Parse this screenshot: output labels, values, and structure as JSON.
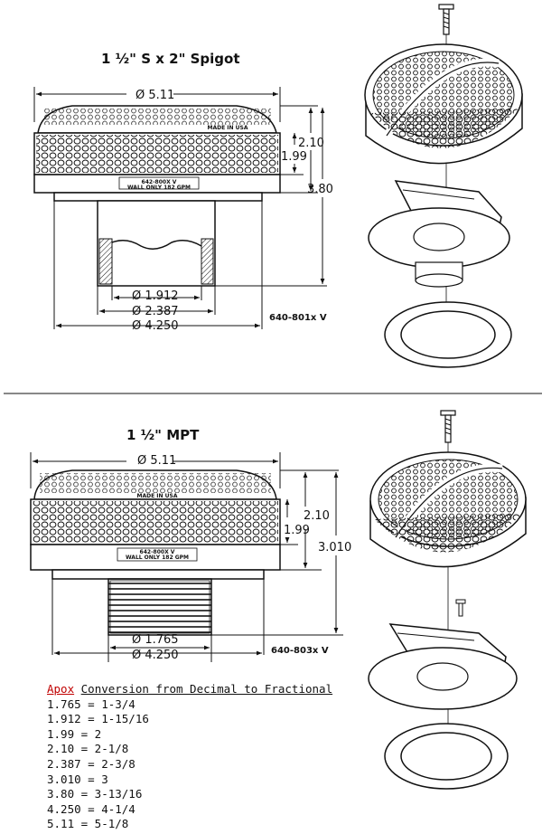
{
  "top": {
    "title": "1 ½\" S x 2\" Spigot",
    "dims": {
      "overall": "Ø 5.11",
      "h1": "2.10",
      "h2": "1.99",
      "h3": "3.80",
      "d1": "Ø 1.912",
      "d2": "Ø 2.387",
      "d3": "Ø 4.250"
    },
    "label_marks": [
      "642-800X V",
      "WALL ONLY 182 GPM"
    ],
    "brand": "MADE IN USA",
    "part_no": "640-801x V"
  },
  "bottom": {
    "title": "1 ½\" MPT",
    "dims": {
      "overall": "Ø 5.11",
      "h1": "2.10",
      "h2": "1.99",
      "h3": "3.010",
      "d1": "Ø 1.765",
      "d2": "Ø 4.250"
    },
    "label_marks": [
      "642-800X V",
      "WALL ONLY 182 GPM"
    ],
    "brand": "MADE IN USA",
    "part_no": "640-803x V"
  },
  "conversion": {
    "apox": "Apox",
    "heading": "Conversion from Decimal to Fractional",
    "rows": [
      "1.765 = 1-3/4",
      "1.912 = 1-15/16",
      "1.99 = 2",
      "2.10 = 2-1/8",
      "2.387 = 2-3/8",
      "3.010 = 3",
      "3.80 = 3-13/16",
      "4.250 = 4-1/4",
      "5.11 = 5-1/8"
    ]
  }
}
